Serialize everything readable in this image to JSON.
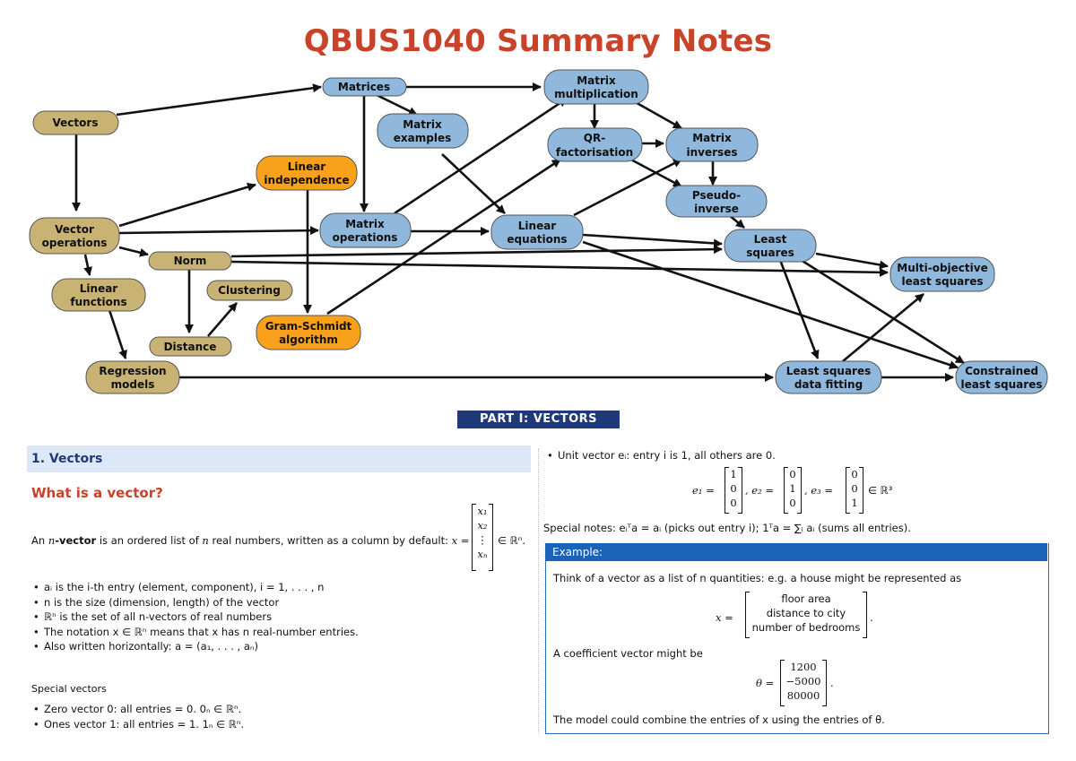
{
  "title": "QBUS1040 Summary Notes",
  "nodes": {
    "vectors": "Vectors",
    "matrices": "Matrices",
    "matrix_mult_1": "Matrix",
    "matrix_mult_2": "multiplication",
    "matrix_examples_1": "Matrix",
    "matrix_examples_2": "examples",
    "qr_1": "QR-",
    "qr_2": "factorisation",
    "matrix_inverses_1": "Matrix",
    "matrix_inverses_2": "inverses",
    "linear_indep_1": "Linear",
    "linear_indep_2": "independence",
    "pseudo_1": "Pseudo-",
    "pseudo_2": "inverse",
    "vector_ops_1": "Vector",
    "vector_ops_2": "operations",
    "matrix_ops_1": "Matrix",
    "matrix_ops_2": "operations",
    "linear_eq_1": "Linear",
    "linear_eq_2": "equations",
    "least_sq_1": "Least",
    "least_sq_2": "squares",
    "norm": "Norm",
    "multi_obj_1": "Multi-objective",
    "multi_obj_2": "least squares",
    "clustering": "Clustering",
    "linear_func_1": "Linear",
    "linear_func_2": "functions",
    "gram_1": "Gram-Schmidt",
    "gram_2": "algorithm",
    "distance": "Distance",
    "regression_1": "Regression",
    "regression_2": "models",
    "ls_fit_1": "Least squares",
    "ls_fit_2": "data fitting",
    "constrained_1": "Constrained",
    "constrained_2": "least squares"
  },
  "colors": {
    "tan": "#c8b274",
    "blue": "#8fb8dc",
    "orange": "#f9a11b",
    "title": "#c8432a",
    "banner": "#1f3a78"
  },
  "part_banner": "PART I: VECTORS",
  "section": {
    "heading": "1. Vectors",
    "subheading": "What is a vector?",
    "intro_a": "An ",
    "intro_n": "n",
    "intro_b": "-vector",
    "intro_c": " is an ordered list of ",
    "intro_d": " real numbers, written as a column by default: ",
    "intro_x": "x =",
    "intro_in": "∈ ℝⁿ.",
    "col_entries": [
      "x₁",
      "x₂",
      "⋮",
      "xₙ"
    ],
    "bullets": [
      "aᵢ is the i-th entry (element, component), i = 1, . . . , n",
      "n is the size (dimension, length) of the vector",
      "ℝⁿ is the set of all n-vectors of real numbers",
      "The notation x ∈ ℝⁿ means that x has n real-number entries.",
      "Also written horizontally: a = (a₁, . . . , aₙ)"
    ],
    "special_heading": "Special vectors",
    "special_bullets": [
      "Zero vector 0: all entries = 0. 0ₙ ∈ ℝⁿ.",
      "Ones vector 1: all entries = 1. 1ₙ ∈ ℝⁿ."
    ]
  },
  "right": {
    "unit_bullet": "Unit vector eᵢ: entry i is 1, all others are 0.",
    "e1": "e₁ =",
    "e2": ", e₂ =",
    "e3": ", e₃ =",
    "e_in": "∈ ℝ³",
    "e1_vals": [
      "1",
      "0",
      "0"
    ],
    "e2_vals": [
      "0",
      "1",
      "0"
    ],
    "e3_vals": [
      "0",
      "0",
      "1"
    ],
    "special_notes": "Special notes: eᵢᵀa = aᵢ (picks out entry i); 1ᵀa = ∑ᵢ aᵢ (sums all entries).",
    "example_label": "Example:",
    "example_line1": "Think of a vector as a list of n quantities: e.g. a house might be represented as",
    "house_x": "x =",
    "house_vals": [
      "floor area",
      "distance to city",
      "number of bedrooms"
    ],
    "house_end": ".",
    "coef_line": "A coefficient vector might be",
    "theta": "θ =",
    "theta_vals": [
      "1200",
      "−5000",
      "80000"
    ],
    "theta_end": ".",
    "model_line": "The model could combine the entries of x using the entries of θ."
  }
}
